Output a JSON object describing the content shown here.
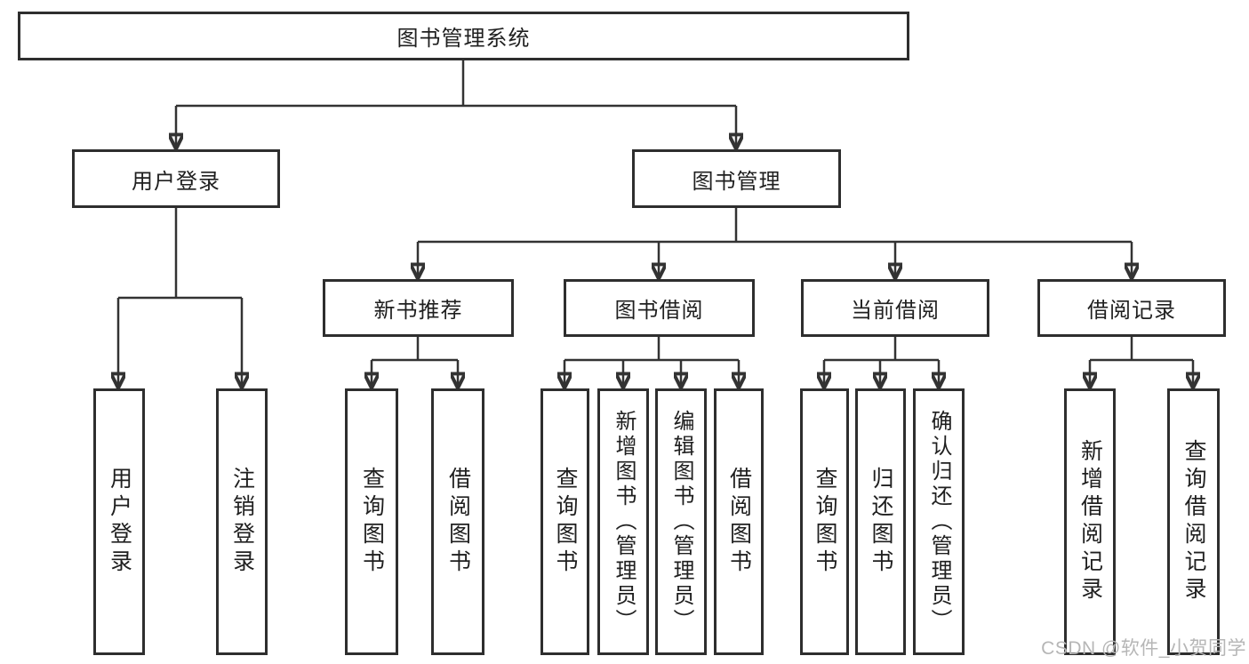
{
  "diagram": {
    "root": {
      "label": "图书管理系统"
    },
    "level2": [
      {
        "label": "用户登录"
      },
      {
        "label": "图书管理"
      }
    ],
    "level3": [
      {
        "label": "新书推荐"
      },
      {
        "label": "图书借阅"
      },
      {
        "label": "当前借阅"
      },
      {
        "label": "借阅记录"
      }
    ],
    "leaves": {
      "user_login": [
        {
          "label": "用户登录"
        },
        {
          "label": "注销登录"
        }
      ],
      "new_book_recommend": [
        {
          "label": "查询图书"
        },
        {
          "label": "借阅图书"
        }
      ],
      "book_borrow": [
        {
          "label": "查询图书"
        },
        {
          "label": "新增图书（管理员）"
        },
        {
          "label": "编辑图书（管理员）"
        },
        {
          "label": "借阅图书"
        }
      ],
      "current_borrow": [
        {
          "label": "查询图书"
        },
        {
          "label": "归还图书"
        },
        {
          "label": "确认归还（管理员）"
        }
      ],
      "borrow_records": [
        {
          "label": "新增借阅记录"
        },
        {
          "label": "查询借阅记录"
        }
      ]
    },
    "watermark": "CSDN @软件_小贺同学",
    "colors": {
      "line": "#333333",
      "text": "#1f1f1f",
      "box_border": "#2e2e2e",
      "watermark": "#b6b6b6",
      "background": "#ffffff"
    }
  }
}
